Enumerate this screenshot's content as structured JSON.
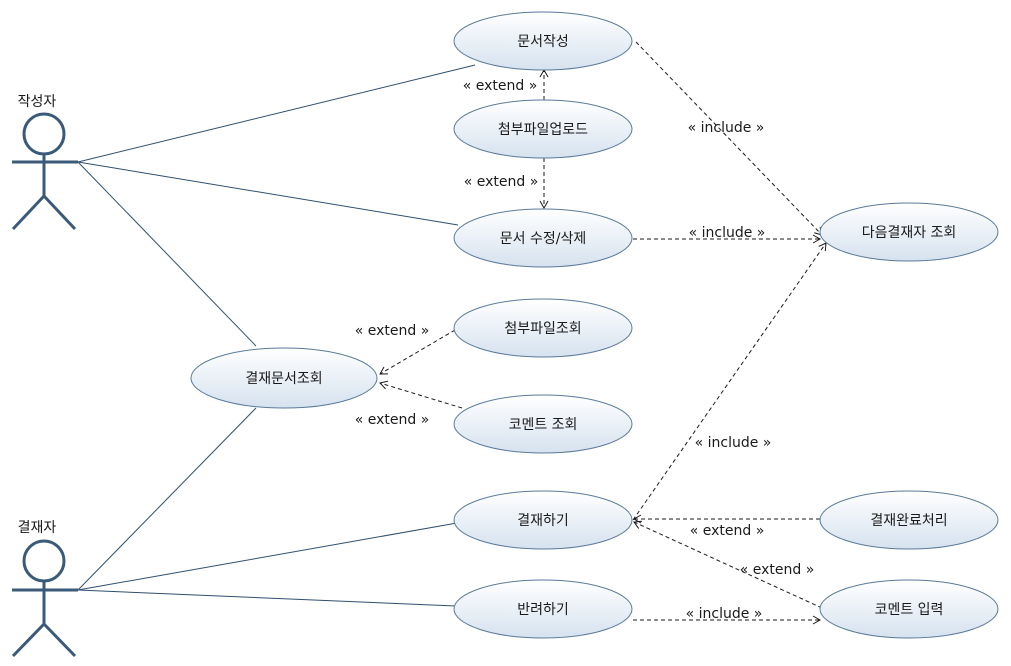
{
  "actors": {
    "author": "작성자",
    "approver": "결재자"
  },
  "usecases": {
    "doc_write": "문서작성",
    "attach_upload": "첨부파일업로드",
    "doc_edit_delete": "문서 수정/삭제",
    "next_approver_lookup": "다음결재자 조회",
    "attach_view": "첨부파일조회",
    "approval_doc_view": "결재문서조회",
    "comment_view": "코멘트 조회",
    "approve": "결재하기",
    "approval_complete": "결재완료처리",
    "reject": "반려하기",
    "comment_input": "코멘트 입력"
  },
  "relations": {
    "extend_upload_write": "« extend »",
    "extend_upload_edit": "« extend »",
    "include_write_next": "« include »",
    "include_edit_next": "« include »",
    "extend_attach_view": "« extend »",
    "extend_comment_view": "« extend »",
    "include_approve_next": "« include »",
    "extend_complete_approve": "« extend »",
    "extend_comment_approve": "« extend »",
    "include_reject_comment": "« include »"
  },
  "colors": {
    "line": "#2f4f6f",
    "actor": "#3a5a7a",
    "usecase_fill_top": "#ffffff",
    "usecase_fill_bottom": "#dbe6f1",
    "usecase_stroke": "#5a7a9a"
  }
}
